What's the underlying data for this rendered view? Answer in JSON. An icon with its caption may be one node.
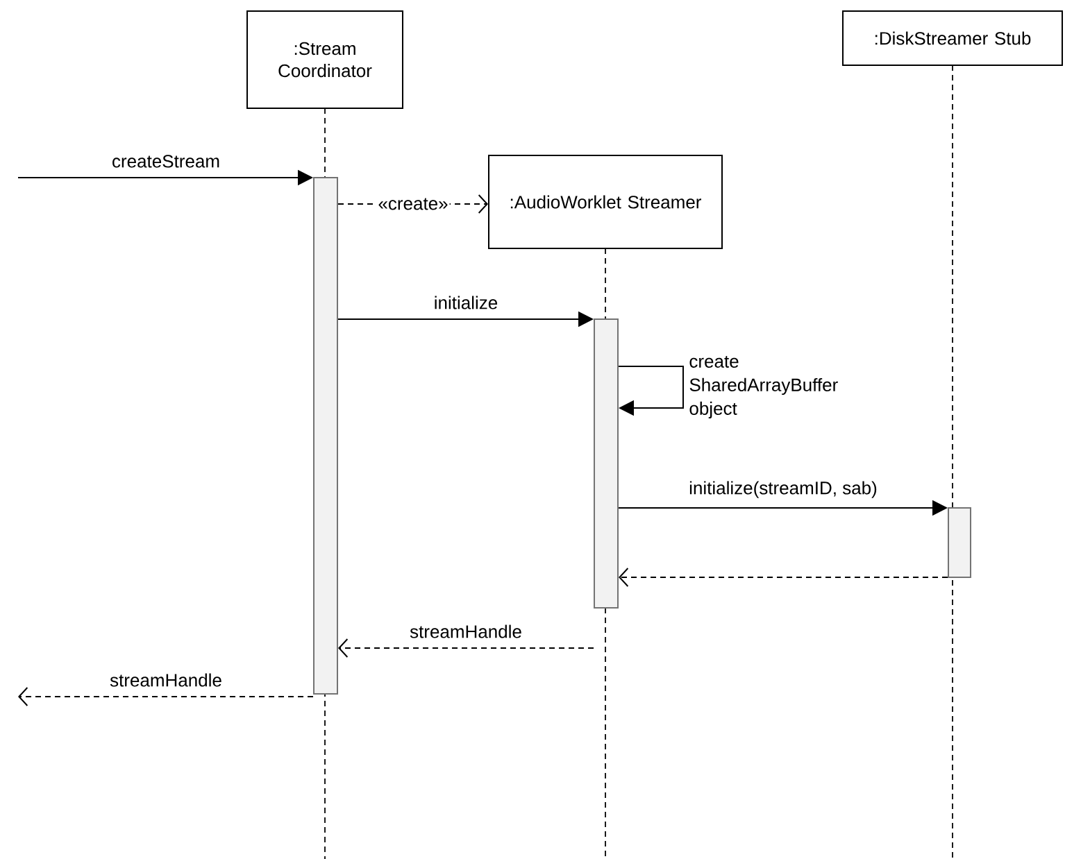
{
  "diagram": {
    "nodes": [
      {
        "text": [
          ":Stream Coordinator"
        ]
      },
      {
        "text": [
          ":AudioWorklet Streamer"
        ]
      },
      {
        "text": [
          ":DiskStreamer Stub"
        ]
      },
      {
        "text": [],
        "shape": "bar"
      },
      {
        "text": [],
        "shape": "bar"
      },
      {
        "text": [],
        "shape": "bar"
      }
    ],
    "edges": [
      {
        "from": null,
        "to": 3,
        "label": "createStream",
        "arrow": "to"
      },
      {
        "from": 3,
        "to": 1,
        "label": "«create»",
        "arrow": "to",
        "style": "dashed"
      },
      {
        "from": 3,
        "to": 4,
        "label": "initialize",
        "arrow": "to"
      },
      {
        "from": 4,
        "to": 4,
        "label": "create SharedArrayBuffer object",
        "arrow": "to"
      },
      {
        "from": 4,
        "to": 5,
        "label": "initialize(streamID, sab)",
        "arrow": "to"
      },
      {
        "from": 5,
        "to": 4,
        "arrow": "to",
        "style": "dashed"
      },
      {
        "from": 4,
        "to": 3,
        "label": "streamHandle",
        "arrow": "to",
        "style": "dashed"
      },
      {
        "from": 3,
        "to": null,
        "label": "streamHandle",
        "arrow": "to",
        "style": "dashed"
      }
    ]
  }
}
